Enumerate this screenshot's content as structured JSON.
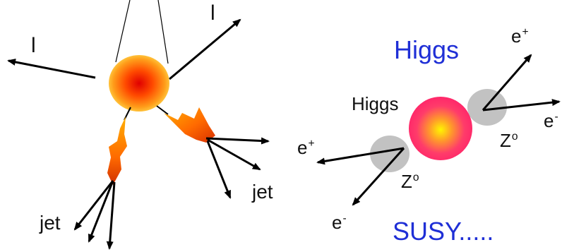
{
  "colors": {
    "accent_blue": "#1f2fd6",
    "ink": "#111111",
    "blob_core_left": "#e00000",
    "blob_edge_left": "#ffb020",
    "blob_core_right": "#fff600",
    "blob_edge_right": "#ff2a6a",
    "z_blob": "#bdbdbd",
    "jet_flame": "#ff6a00"
  },
  "left_panel": {
    "lepton_left": "l",
    "lepton_right": "l",
    "jet_bottom": "jet",
    "jet_right": "jet"
  },
  "right_panel": {
    "title": "Higgs",
    "higgs_label": "Higgs",
    "z_upper": {
      "base": "Z",
      "sup": "o"
    },
    "z_lower": {
      "base": "Z",
      "sup": "o"
    },
    "e_plus_top": {
      "base": "e",
      "sup": "+"
    },
    "e_minus_right": {
      "base": "e",
      "sup": "-"
    },
    "e_plus_left": {
      "base": "e",
      "sup": "+"
    },
    "e_minus_bottom": {
      "base": "e",
      "sup": "-"
    },
    "footer": "SUSY....."
  },
  "icons": [
    "arrow-icon",
    "flame-icon",
    "blob-icon"
  ]
}
